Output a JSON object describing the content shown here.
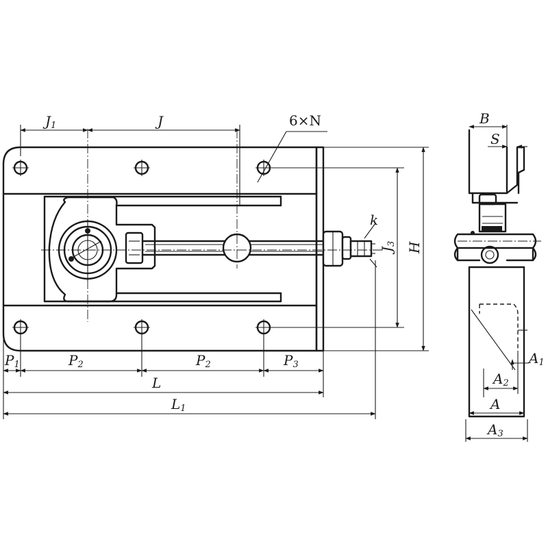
{
  "labels": {
    "J1": {
      "main": "J",
      "sub": "1"
    },
    "J": {
      "main": "J",
      "sub": ""
    },
    "N6": {
      "main": "6×N",
      "sub": ""
    },
    "k": {
      "main": "k",
      "sub": ""
    },
    "J3": {
      "main": "J",
      "sub": "3"
    },
    "H": {
      "main": "H",
      "sub": ""
    },
    "P1": {
      "main": "P",
      "sub": "1"
    },
    "P2a": {
      "main": "P",
      "sub": "2"
    },
    "P2b": {
      "main": "P",
      "sub": "2"
    },
    "P3": {
      "main": "P",
      "sub": "3"
    },
    "L": {
      "main": "L",
      "sub": ""
    },
    "L1": {
      "main": "L",
      "sub": "1"
    },
    "B": {
      "main": "B",
      "sub": ""
    },
    "S": {
      "main": "S",
      "sub": ""
    },
    "A1": {
      "main": "A",
      "sub": "1"
    },
    "A2": {
      "main": "A",
      "sub": "2"
    },
    "A": {
      "main": "A",
      "sub": ""
    },
    "A3": {
      "main": "A",
      "sub": "3"
    }
  }
}
